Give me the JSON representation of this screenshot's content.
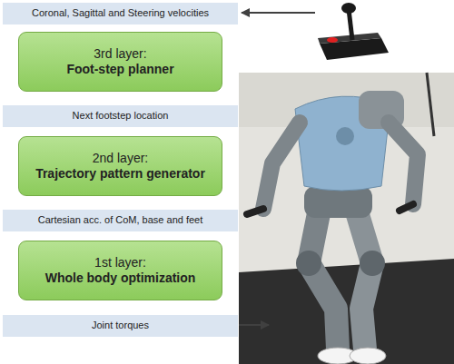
{
  "diagram": {
    "nodes": [
      {
        "text": [
          "Coronal, Sagittal and Steering velocities"
        ]
      },
      {
        "text": [
          "3rd layer:",
          "Foot-step planner"
        ]
      },
      {
        "text": [
          "Next footstep location"
        ]
      },
      {
        "text": [
          "2nd layer:",
          "Trajectory pattern generator"
        ]
      },
      {
        "text": [
          "Cartesian acc. of CoM, base and feet"
        ]
      },
      {
        "text": [
          "1st layer:",
          "Whole body optimization"
        ]
      },
      {
        "text": [
          "Joint torques"
        ]
      }
    ]
  }
}
